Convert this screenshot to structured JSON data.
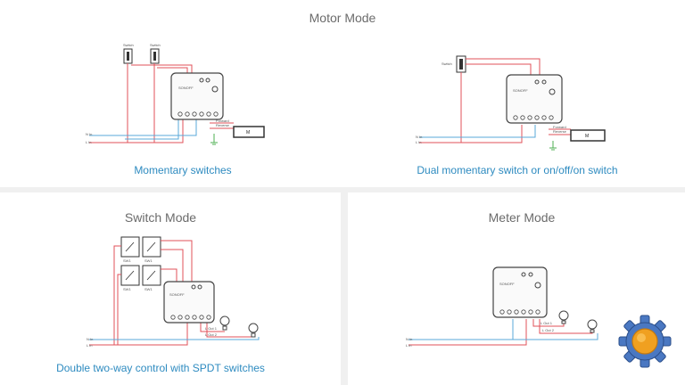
{
  "sections": {
    "motor": {
      "title": "Motor Mode",
      "left_caption": "Momentary switches",
      "right_caption": "Dual momentary switch or on/off/on switch"
    },
    "switch": {
      "title": "Switch Mode",
      "caption": "Double two-way control with SPDT switches"
    },
    "meter": {
      "title": "Meter Mode"
    }
  },
  "labels": {
    "switch": "Switch",
    "n_in": "N In",
    "l_in": "L In",
    "motor": "M",
    "forward": "Forward",
    "reverse": "Reverse",
    "l_out1": "L Out 1",
    "l_out2": "L Out 2",
    "brand": "SONOFF",
    "spdt": "SW1"
  },
  "colors": {
    "red_wire": "#e0505a",
    "blue_wire": "#5aa8d8",
    "green_ground": "#4caf50",
    "caption": "#2e8bc0",
    "settings_icon_outer": "#4a78c2",
    "settings_icon_inner": "#f0a020"
  },
  "icons": {
    "corner": "settings-gear-icon"
  }
}
